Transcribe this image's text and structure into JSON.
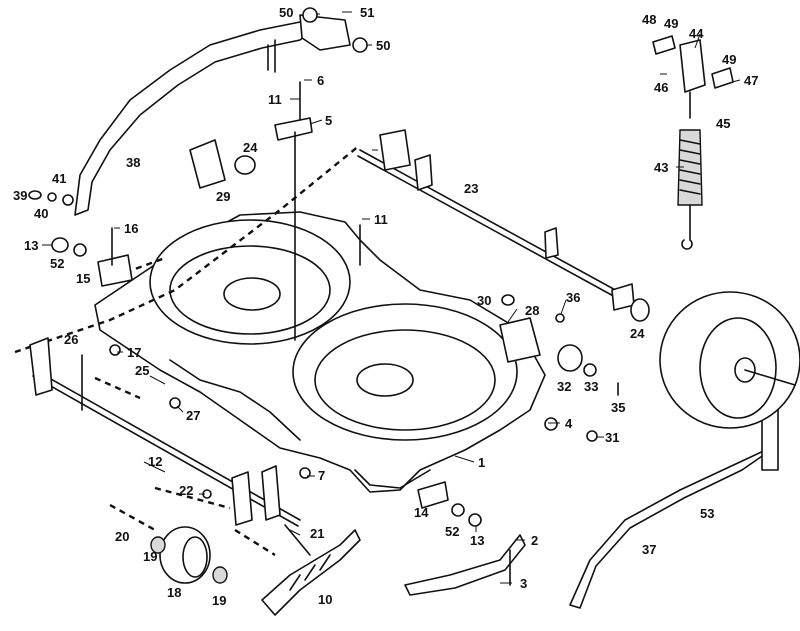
{
  "diagram": {
    "callouts": [
      {
        "id": "c1",
        "text": "1"
      },
      {
        "id": "c2",
        "text": "2"
      },
      {
        "id": "c3",
        "text": "3"
      },
      {
        "id": "c4",
        "text": "4"
      },
      {
        "id": "c5",
        "text": "5"
      },
      {
        "id": "c6",
        "text": "6"
      },
      {
        "id": "c7",
        "text": "7"
      },
      {
        "id": "c10",
        "text": "10"
      },
      {
        "id": "c11a",
        "text": "11"
      },
      {
        "id": "c11b",
        "text": "11"
      },
      {
        "id": "c12",
        "text": "12"
      },
      {
        "id": "c13a",
        "text": "13"
      },
      {
        "id": "c13b",
        "text": "13"
      },
      {
        "id": "c14",
        "text": "14"
      },
      {
        "id": "c15",
        "text": "15"
      },
      {
        "id": "c16",
        "text": "16"
      },
      {
        "id": "c17",
        "text": "17"
      },
      {
        "id": "c18",
        "text": "18"
      },
      {
        "id": "c19a",
        "text": "19"
      },
      {
        "id": "c19b",
        "text": "19"
      },
      {
        "id": "c20",
        "text": "20"
      },
      {
        "id": "c21",
        "text": "21"
      },
      {
        "id": "c22",
        "text": "22"
      },
      {
        "id": "c23",
        "text": "23"
      },
      {
        "id": "c24a",
        "text": "24"
      },
      {
        "id": "c24b",
        "text": "24"
      },
      {
        "id": "c25",
        "text": "25"
      },
      {
        "id": "c26",
        "text": "26"
      },
      {
        "id": "c27",
        "text": "27"
      },
      {
        "id": "c28",
        "text": "28"
      },
      {
        "id": "c29",
        "text": "29"
      },
      {
        "id": "c30",
        "text": "30"
      },
      {
        "id": "c31",
        "text": "31"
      },
      {
        "id": "c32",
        "text": "32"
      },
      {
        "id": "c33",
        "text": "33"
      },
      {
        "id": "c35",
        "text": "35"
      },
      {
        "id": "c36",
        "text": "36"
      },
      {
        "id": "c37",
        "text": "37"
      },
      {
        "id": "c38",
        "text": "38"
      },
      {
        "id": "c39",
        "text": "39"
      },
      {
        "id": "c40",
        "text": "40"
      },
      {
        "id": "c41",
        "text": "41"
      },
      {
        "id": "c43",
        "text": "43"
      },
      {
        "id": "c44",
        "text": "44"
      },
      {
        "id": "c45",
        "text": "45"
      },
      {
        "id": "c46",
        "text": "46"
      },
      {
        "id": "c47",
        "text": "47"
      },
      {
        "id": "c48",
        "text": "48"
      },
      {
        "id": "c49a",
        "text": "49"
      },
      {
        "id": "c49b",
        "text": "49"
      },
      {
        "id": "c50a",
        "text": "50"
      },
      {
        "id": "c50b",
        "text": "50"
      },
      {
        "id": "c51",
        "text": "51"
      },
      {
        "id": "c52a",
        "text": "52"
      },
      {
        "id": "c52b",
        "text": "52"
      },
      {
        "id": "c53",
        "text": "53"
      }
    ]
  }
}
